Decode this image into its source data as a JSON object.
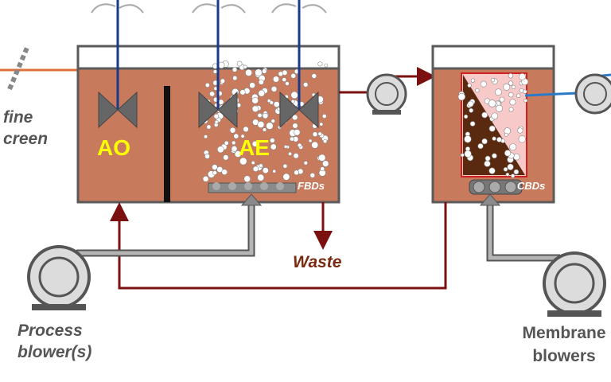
{
  "labels": {
    "screen_line1": "fine",
    "screen_line2": "creen",
    "tank_ao": "AO",
    "tank_ae": "AE",
    "fbds": "FBDs",
    "cbds": "CBDs",
    "waste": "Waste",
    "process_blower_line1": "Process",
    "process_blower_line2": "blower(s)",
    "membrane_blower_line1": "Membrane",
    "membrane_blower_line2": "blowers"
  },
  "colors": {
    "liquid": "#c87a5c",
    "sludge_pipe": "#7a1010",
    "air_pipe": "#8a8a8a",
    "blower_fill": "#dcdcdc",
    "mixer_shaft": "#1a3a8a",
    "permeate_pipe": "#2a7ac8",
    "influent_pipe": "#e0703a",
    "membrane_panel": "#f7c9c9",
    "membrane_sludge": "#5a2a10",
    "label_yellow": "#ffff00"
  }
}
